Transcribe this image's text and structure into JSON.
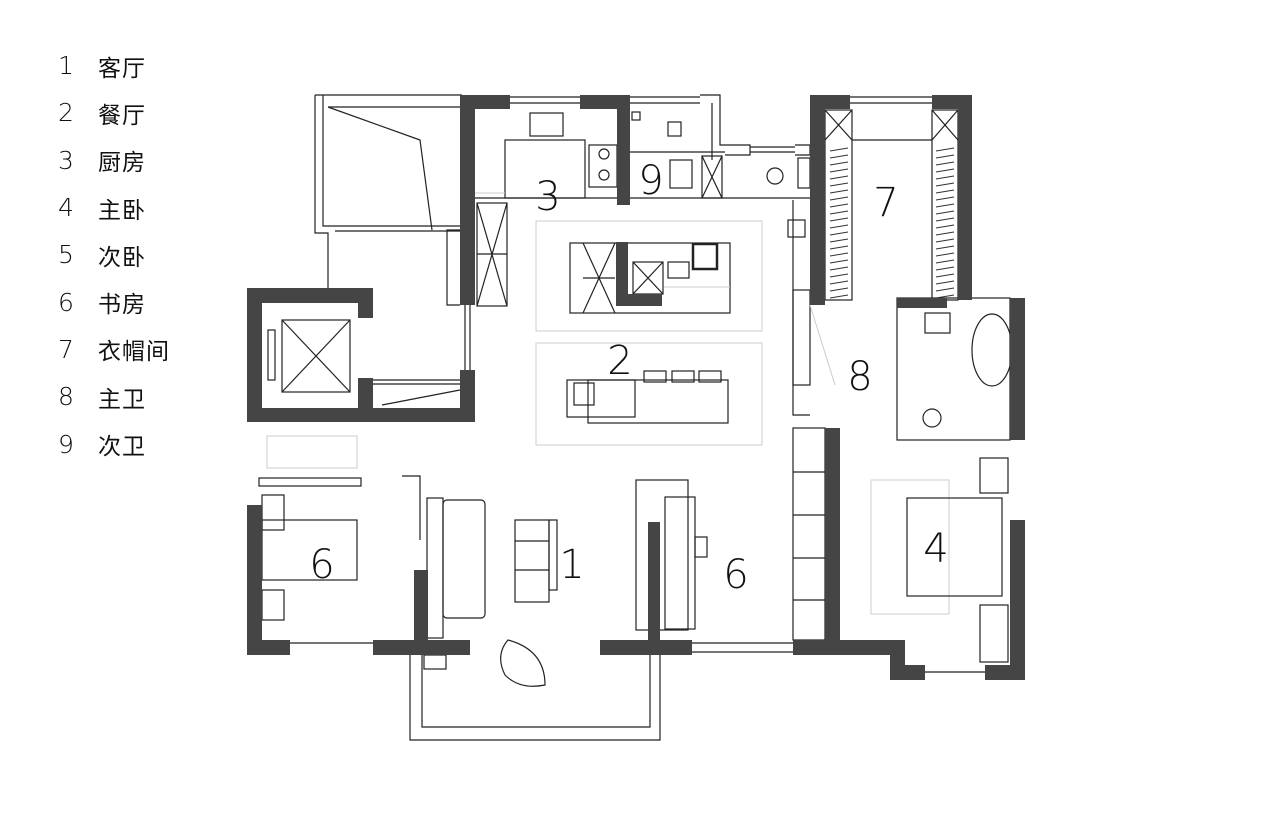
{
  "legend": [
    {
      "num": "1",
      "name": "客厅"
    },
    {
      "num": "2",
      "name": "餐厅"
    },
    {
      "num": "3",
      "name": "厨房"
    },
    {
      "num": "4",
      "name": "主卧"
    },
    {
      "num": "5",
      "name": "次卧"
    },
    {
      "num": "6",
      "name": "书房"
    },
    {
      "num": "7",
      "name": "衣帽间"
    },
    {
      "num": "8",
      "name": "主卫"
    },
    {
      "num": "9",
      "name": "次卫"
    }
  ],
  "rooms": {
    "living": "1",
    "dining": "2",
    "kitchen": "3",
    "master_bedroom": "4",
    "study_left": "6",
    "study_center": "6",
    "walkin_closet": "7",
    "master_bath": "8",
    "guest_bath": "9"
  },
  "colors": {
    "wall": "#454545",
    "line": "#222222"
  }
}
